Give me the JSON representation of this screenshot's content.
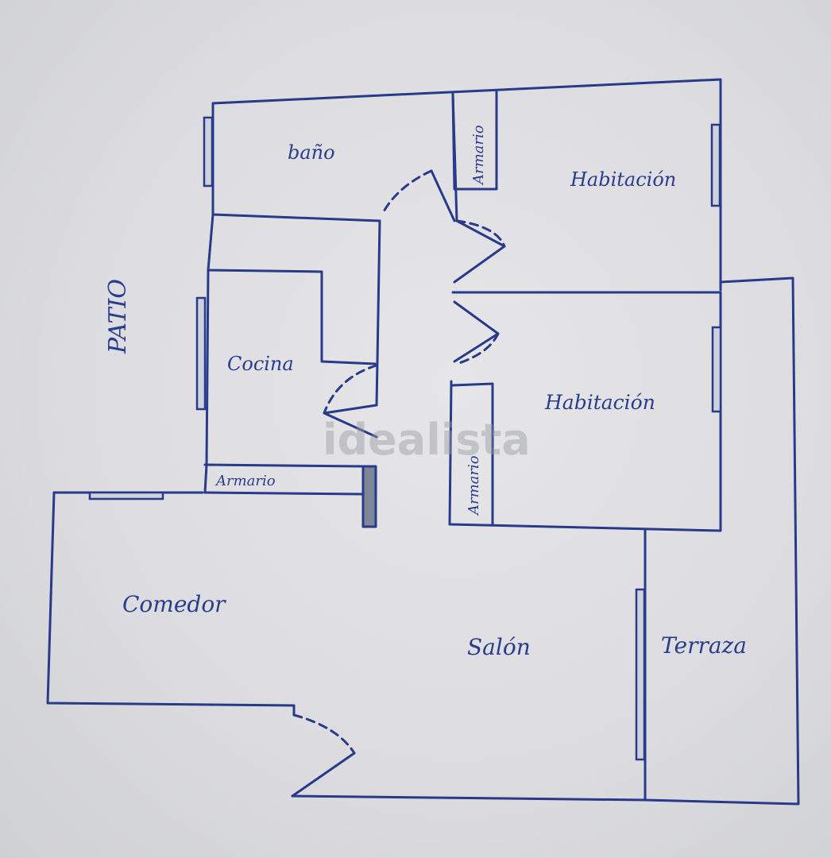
{
  "plan": {
    "patio": "PATIO",
    "watermark": "idealista",
    "rooms": {
      "bano": "baño",
      "armario_top": "Armario",
      "habitacion_1": "Habitación",
      "habitacion_2": "Habitación",
      "cocina": "Cocina",
      "armario_mid": "Armario",
      "armario_kitchen": "Armario",
      "comedor": "Comedor",
      "salon": "Salón",
      "terraza": "Terraza"
    }
  }
}
